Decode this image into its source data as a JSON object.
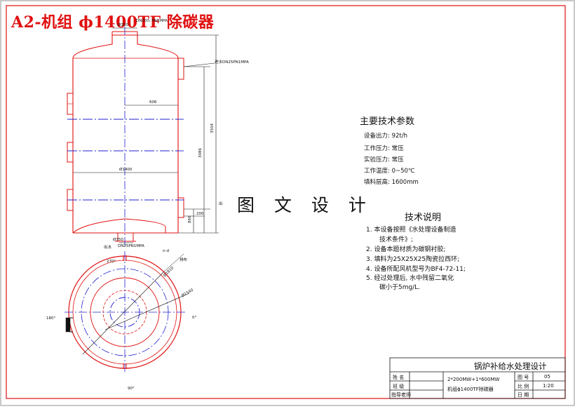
{
  "title": "A2-机组 ϕ1400TF 除碳器",
  "watermark": "图 文 设 计",
  "params": {
    "heading": "主要技术参数",
    "items": [
      "设备出力: 92t/h",
      "工作压力: 常压",
      "实验压力: 常压",
      "工作温度: 0~50℃",
      "填料层高: 1600mm"
    ]
  },
  "notes": {
    "heading": "技术说明",
    "items": [
      "1. 本设备按照《水处理设备制造",
      "技术条件》;",
      "2. 设备本题材质为碳钢衬胶;",
      "3. 填料为25X25X25陶瓷拉西环;",
      "4. 设备所配风机型号为BF4-72-11;",
      "5. 经过处理后, 水中残留二氧化",
      "碳小于5mg/L."
    ]
  },
  "drawing_labels": {
    "top_dim": "Ø350",
    "top_flange_label": "DN200, PN1MPA",
    "inlet_label": "进水DN25PN1MPA",
    "inner_dim": "606",
    "dia_label": "Ø1400",
    "height_total": "3504",
    "height_mid": "3086",
    "height_small": "200",
    "height_base": "866",
    "side_label": "出",
    "outlet_label": "出水",
    "outlet_spec": "DN25PN1MPA",
    "bottom_dim": "Ø350",
    "angle_270": "270°",
    "angle_0": "0°",
    "angle_180": "180°",
    "angle_90": "90°",
    "vent_label": "排布",
    "dim_ring_a": "Ø1810",
    "dim_ring_b": "Ø1540",
    "nd_label": "n-d"
  },
  "title_block": {
    "project": "锅炉补给水处理设计",
    "units": "2*200MW+1*600MW",
    "drawing_name": "机组ϕ1400TF除碳器",
    "row_labels": [
      "姓 名",
      "班 级",
      "指导老师"
    ],
    "fields": [
      {
        "label": "图 号",
        "value": "05"
      },
      {
        "label": "比 例",
        "value": "1:20"
      },
      {
        "label": "日 期",
        "value": ""
      }
    ]
  }
}
